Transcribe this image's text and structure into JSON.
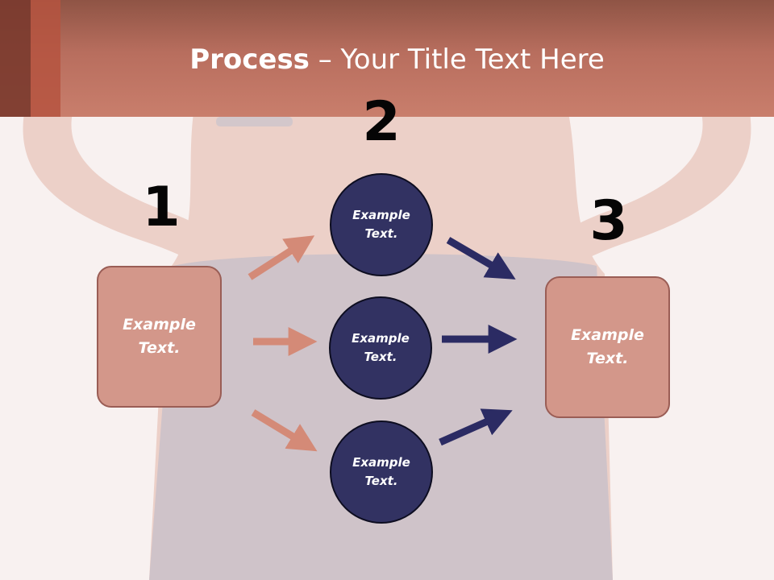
{
  "title": {
    "bold": "Process",
    "rest": " – Your Title Text Here"
  },
  "numbers": [
    "1",
    "2",
    "3"
  ],
  "left_box": {
    "text": "Example Text."
  },
  "circles": [
    {
      "text": "Example Text."
    },
    {
      "text": "Example Text."
    },
    {
      "text": "Example Text."
    }
  ],
  "right_box": {
    "text": "Example Text."
  },
  "colors": {
    "header": "#c97e6c",
    "box_fill": "#d3978a",
    "box_border": "#9a5d55",
    "circle_fill": "#323262",
    "arrow_left": "#d48a77",
    "arrow_right": "#2b2b63"
  }
}
